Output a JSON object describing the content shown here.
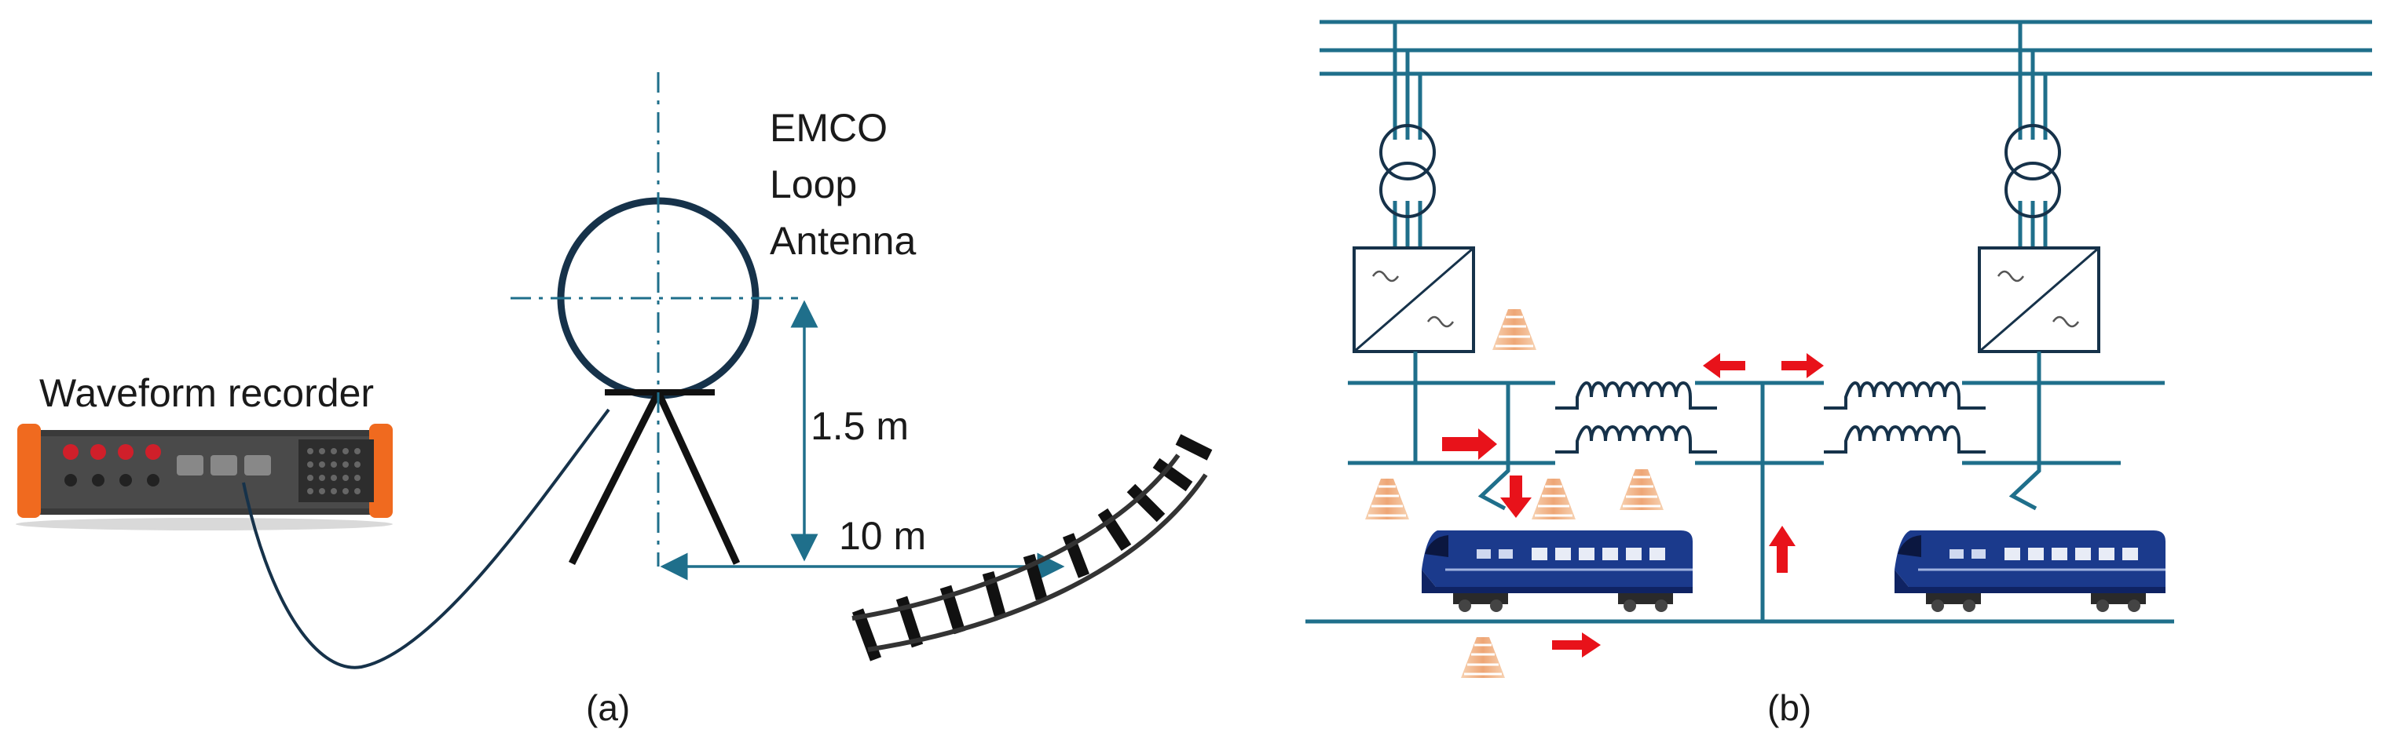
{
  "panel_a": {
    "recorder_label": "Waveform recorder",
    "antenna_label_lines": [
      "EMCO",
      "Loop",
      "Antenna"
    ],
    "height_label": "1.5 m",
    "distance_label": "10 m",
    "caption": "(a)"
  },
  "panel_b": {
    "caption": "(b)"
  },
  "colors": {
    "line": "#1f6f8b",
    "antenna_ring": "#16324a",
    "arrow": "#e8121a",
    "emission": "#f2b98c",
    "train_body": "#1b3a8c"
  },
  "icons": [
    "transformer-icon",
    "converter-icon",
    "inductor-icon",
    "emission-cone-icon",
    "train-icon",
    "railway-track-icon",
    "waveform-recorder-icon"
  ]
}
